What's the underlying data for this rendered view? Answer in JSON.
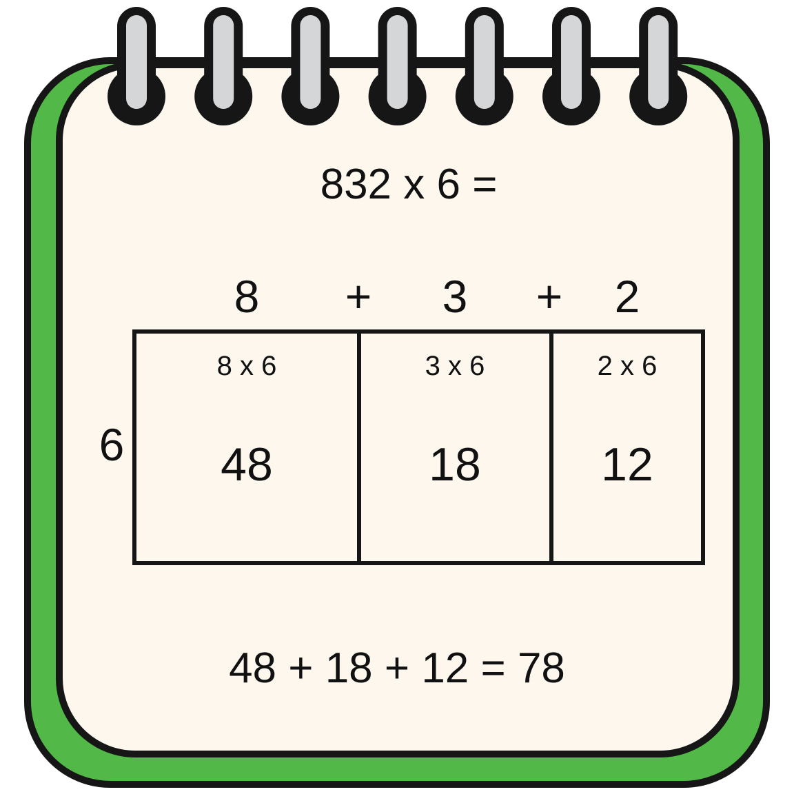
{
  "colors": {
    "page_fill": "#FDF7EE",
    "cover_green": "#52B847",
    "outline": "#161616",
    "ring_metal": "#D5D6D8"
  },
  "icons": {
    "binding": "spiral-ring-icon",
    "notebook": "notepad-icon"
  },
  "rings": 7,
  "equation": "832 x 6 =",
  "top_terms": [
    "8",
    "3",
    "2"
  ],
  "plus_signs": [
    "+",
    "+"
  ],
  "side_factor": "6",
  "boxes": [
    {
      "label": "8 x 6",
      "product": "48"
    },
    {
      "label": "3 x 6",
      "product": "18"
    },
    {
      "label": "2 x 6",
      "product": "12"
    }
  ],
  "result": "48 + 18 + 12 = 78"
}
